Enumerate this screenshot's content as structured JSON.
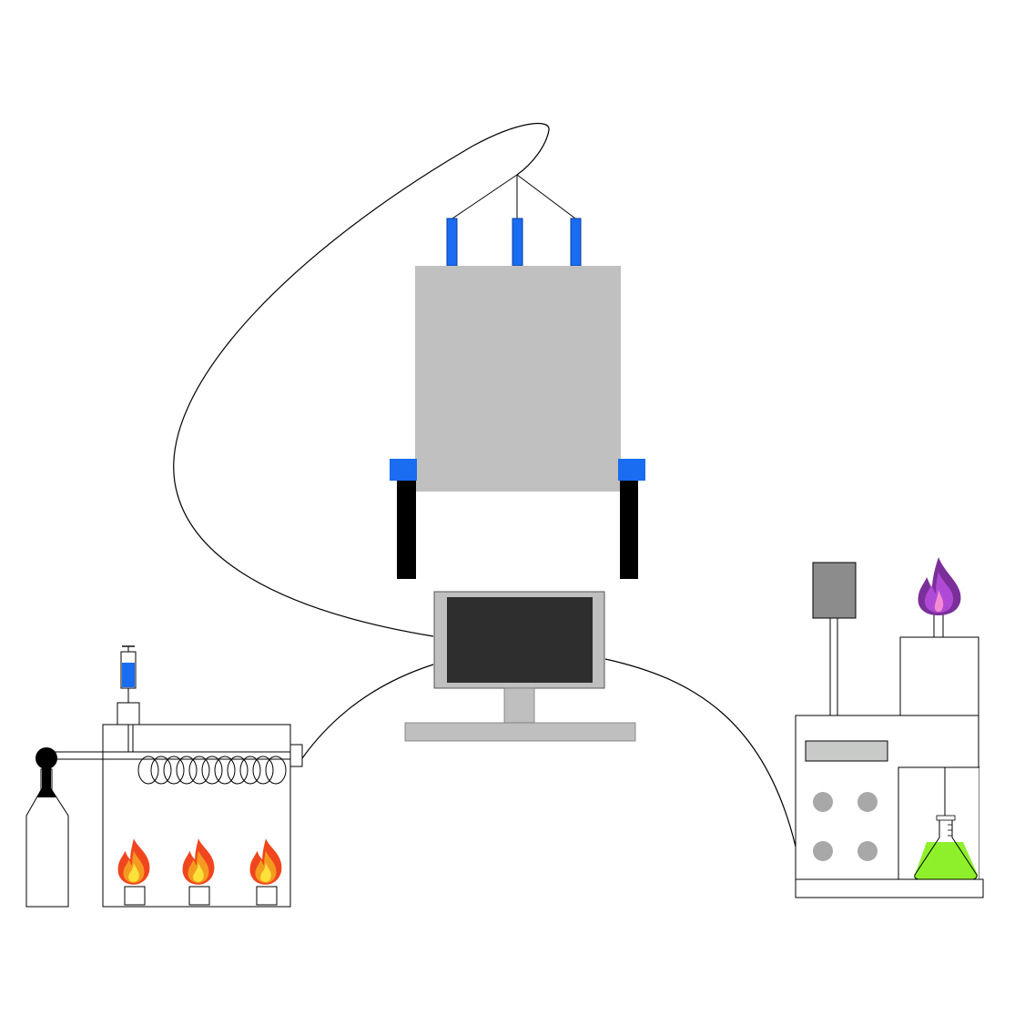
{
  "diagram": {
    "labels": [],
    "colors": {
      "chamber_gray": "#bfc0bf",
      "electrode_blue": "#1a6cf0",
      "leg_black": "#000000",
      "monitor_frame": "#bfbfbf",
      "screen_dark": "#2e2e2e",
      "controller_gray": "#8c8c8c",
      "display_gray": "#c8cac8",
      "knob_gray": "#a8a8a8",
      "syringe_blue": "#1a6cf0",
      "flame_red": "#f0461e",
      "flame_orange": "#f59a20",
      "flame_yellow": "#fbe23a",
      "flame_purple_outer": "#7b2f9a",
      "flame_purple_inner": "#b04ad6",
      "flame_pink_core": "#f58cd2",
      "liquid_green": "#8ef02a"
    },
    "components": [
      {
        "id": "deposition-chamber",
        "icon": "gray-box-chamber-icon"
      },
      {
        "id": "electrode-rods",
        "icon": "blue-rod-icon",
        "count": 3
      },
      {
        "id": "support-legs",
        "icon": "black-leg-icon",
        "count": 2
      },
      {
        "id": "computer-monitor",
        "icon": "monitor-icon"
      },
      {
        "id": "heating-furnace",
        "icon": "furnace-box-icon"
      },
      {
        "id": "heating-coil",
        "icon": "coil-icon",
        "turns": 11
      },
      {
        "id": "burner-flames",
        "icon": "fire-icon",
        "count": 3
      },
      {
        "id": "gas-cylinder",
        "icon": "gas-bottle-icon"
      },
      {
        "id": "syringe-injector",
        "icon": "syringe-icon"
      },
      {
        "id": "analyzer-station",
        "icon": "analyzer-icon"
      },
      {
        "id": "analyzer-knobs",
        "icon": "knob-icon",
        "count": 4
      },
      {
        "id": "burner-flame-purple",
        "icon": "purple-fire-icon"
      },
      {
        "id": "conical-flask",
        "icon": "erlenmeyer-flask-icon"
      }
    ]
  }
}
